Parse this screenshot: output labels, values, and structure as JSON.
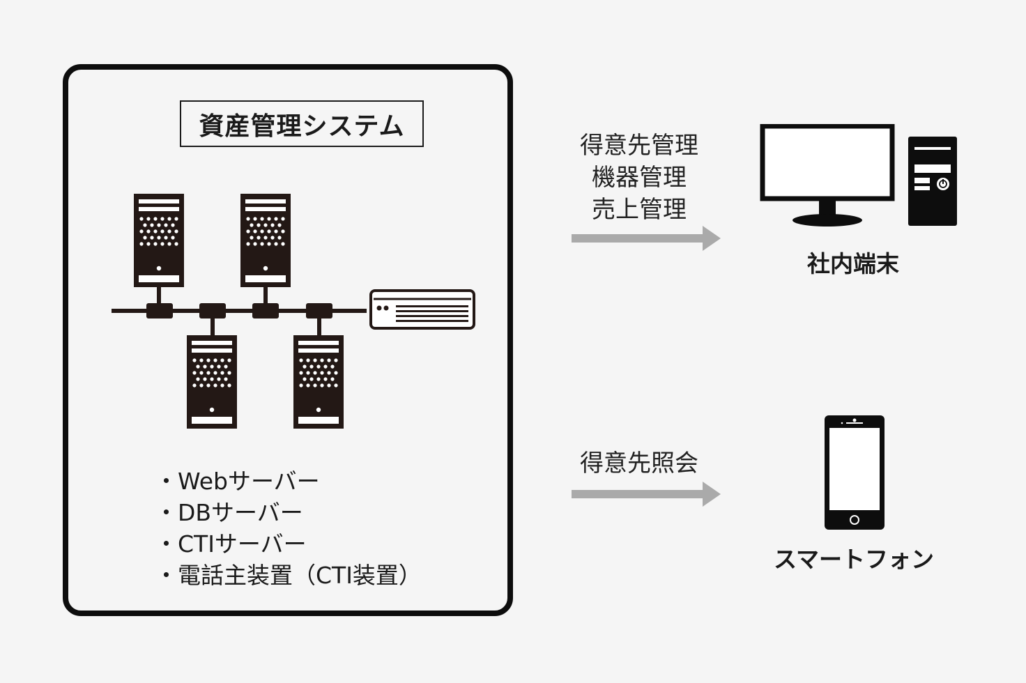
{
  "system": {
    "title": "資産管理システム",
    "servers": [
      "Webサーバー",
      "DBサーバー",
      "CTIサーバー",
      "電話主装置（CTI装置）"
    ]
  },
  "flows": {
    "pc_functions": [
      "得意先管理",
      "機器管理",
      "売上管理"
    ],
    "phone_functions": [
      "得意先照会"
    ]
  },
  "devices": {
    "pc_label": "社内端末",
    "phone_label": "スマートフォン"
  },
  "colors": {
    "border": "#0d0d0d",
    "device": "#231815",
    "arrow": "#aaaaaa",
    "background": "#f5f5f5"
  }
}
